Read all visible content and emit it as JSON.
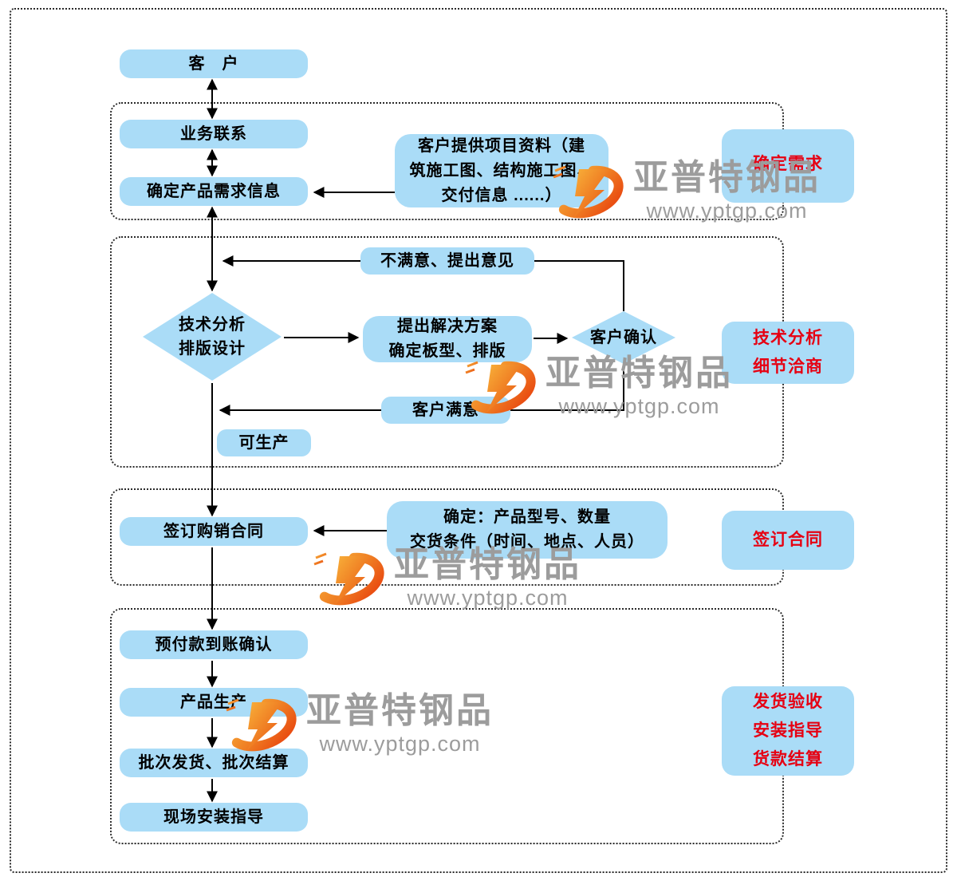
{
  "colors": {
    "box": "#aadcf7",
    "stage_text": "#e60012"
  },
  "watermark": {
    "brand": "亚普特钢品",
    "url": "www.yptgp.com"
  },
  "flow": {
    "customer": "客　户",
    "business_contact": "业务联系",
    "requirement": "确定产品需求信息",
    "materials": "客户提供项目资料（建\n筑施工图、结构施工图、\n交付信息 ......）",
    "unsatisfied": "不满意、提出意见",
    "tech_analysis": "技术分析\n排版设计",
    "solution": "提出解决方案\n确定板型、排版",
    "confirm": "客户确认",
    "satisfied": "客户满意",
    "producible": "可生产",
    "sign_contract": "签订购销合同",
    "contract_details": "确定：产品型号、数量\n交货条件（时间、地点、人员）",
    "prepayment": "预付款到账确认",
    "production": "产品生产",
    "batch_delivery": "批次发货、批次结算",
    "install_guide": "现场安装指导"
  },
  "stages": {
    "s1": "确定需求",
    "s2": "技术分析\n细节洽商",
    "s3": "签订合同",
    "s4": "发货验收\n安装指导\n货款结算"
  }
}
